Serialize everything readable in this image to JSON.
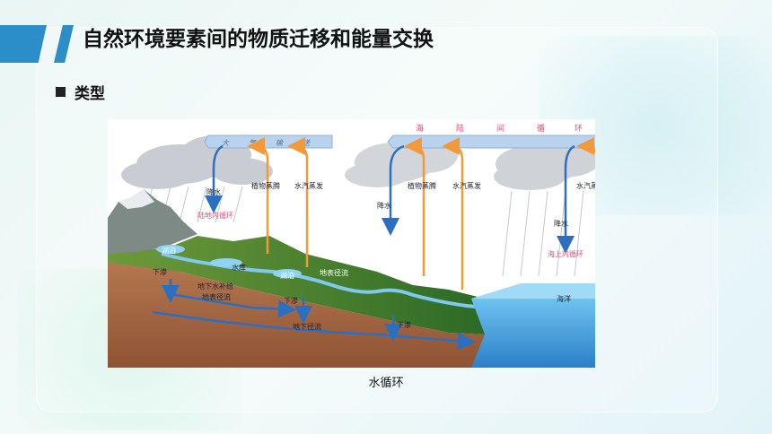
{
  "header": {
    "title": "自然环境要素间的物质迁移和能量交换"
  },
  "section": {
    "label": "类型"
  },
  "diagram": {
    "wind_left": [
      "大",
      "气",
      "输",
      "送"
    ],
    "wind_right": [
      "海",
      "陆",
      "间",
      "循",
      "环"
    ],
    "labels": {
      "precip_land": "降水",
      "land_cycle": "陆地内循环",
      "transpiration_1": "植物蒸腾",
      "evaporation_1": "水汽蒸发",
      "precip_mid": "降水",
      "transpiration_2": "植物蒸腾",
      "evaporation_2": "水汽蒸发",
      "evaporation_sea": "水汽蒸发",
      "precip_sea": "降水",
      "sea_cycle": "海上内循环",
      "lake_1": "湖泊",
      "reservoir": "水库",
      "lake_2": "湖泊",
      "surface_runoff": "地表径流",
      "infiltration_1": "下渗",
      "groundwater_recharge_1": "地下水补给",
      "groundwater_recharge_2": "地表径流",
      "infiltration_2": "下渗",
      "groundwater_runoff": "地下径流",
      "infiltration_3": "下渗",
      "ocean": "海洋"
    },
    "colors": {
      "arrow_blue": "#2b6fc0",
      "arrow_orange": "#f29a3a",
      "cycle_text": "#e5457a"
    }
  },
  "caption": "水循环"
}
